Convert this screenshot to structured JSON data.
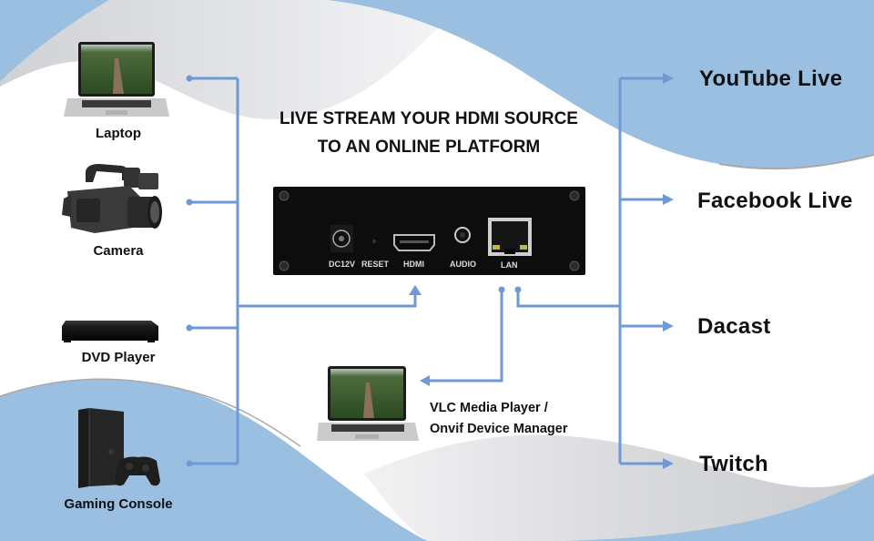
{
  "title": {
    "line1": "LIVE STREAM YOUR HDMI SOURCE",
    "line2": "TO AN ONLINE PLATFORM"
  },
  "sources": [
    {
      "label": "Laptop",
      "icon": "laptop-icon"
    },
    {
      "label": "Camera",
      "icon": "camera-icon"
    },
    {
      "label": "DVD Player",
      "icon": "dvd-player-icon"
    },
    {
      "label": "Gaming Console",
      "icon": "gaming-console-icon"
    }
  ],
  "device": {
    "ports": [
      "DC12V",
      "RESET",
      "HDMI",
      "AUDIO",
      "LAN"
    ]
  },
  "local_viewer": {
    "line1": "VLC Media Player /",
    "line2": "Onvif Device Manager"
  },
  "destinations": [
    {
      "label": "YouTube Live"
    },
    {
      "label": "Facebook Live"
    },
    {
      "label": "Dacast"
    },
    {
      "label": "Twitch"
    }
  ],
  "colors": {
    "connector": "#6f99d6",
    "wave_blue": "#9bbfe0",
    "wave_gray": "#d4d6da",
    "device_body": "#0d0d0d"
  }
}
